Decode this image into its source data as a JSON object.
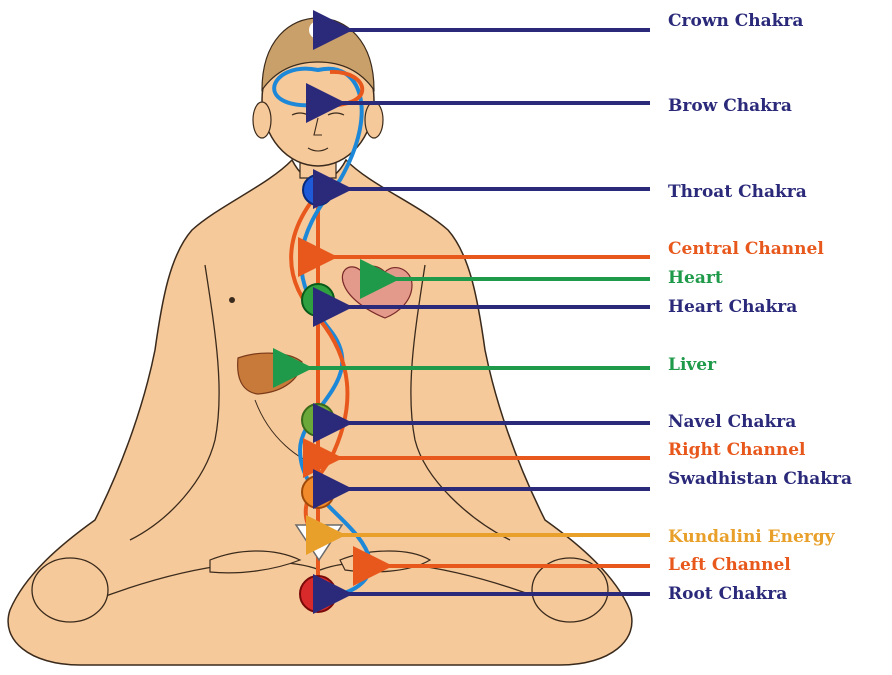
{
  "colors": {
    "skin": "#f6c99a",
    "outline": "#3a2a1c",
    "navy": "#2b2a7a",
    "orange": "#e8581c",
    "green": "#1f9a4a",
    "gold": "#e8a02a",
    "blue": "#1e88d8",
    "brown": "#c05a2a"
  },
  "labels": [
    {
      "id": "crown",
      "text": "Crown Chakra",
      "color": "navy"
    },
    {
      "id": "brow",
      "text": "Brow Chakra",
      "color": "navy"
    },
    {
      "id": "throat",
      "text": "Throat Chakra",
      "color": "navy"
    },
    {
      "id": "central-channel",
      "text": "Central Channel",
      "color": "orange"
    },
    {
      "id": "heart",
      "text": "Heart",
      "color": "green"
    },
    {
      "id": "heart-chakra",
      "text": "Heart Chakra",
      "color": "navy"
    },
    {
      "id": "liver",
      "text": "Liver",
      "color": "green"
    },
    {
      "id": "navel",
      "text": "Navel Chakra",
      "color": "navy"
    },
    {
      "id": "right-channel",
      "text": "Right Channel",
      "color": "orange"
    },
    {
      "id": "swadhistan",
      "text": "Swadhistan Chakra",
      "color": "navy"
    },
    {
      "id": "kundalini",
      "text": "Kundalini Energy",
      "color": "gold"
    },
    {
      "id": "left-channel",
      "text": "Left Channel",
      "color": "orange"
    },
    {
      "id": "root",
      "text": "Root Chakra",
      "color": "navy"
    }
  ]
}
